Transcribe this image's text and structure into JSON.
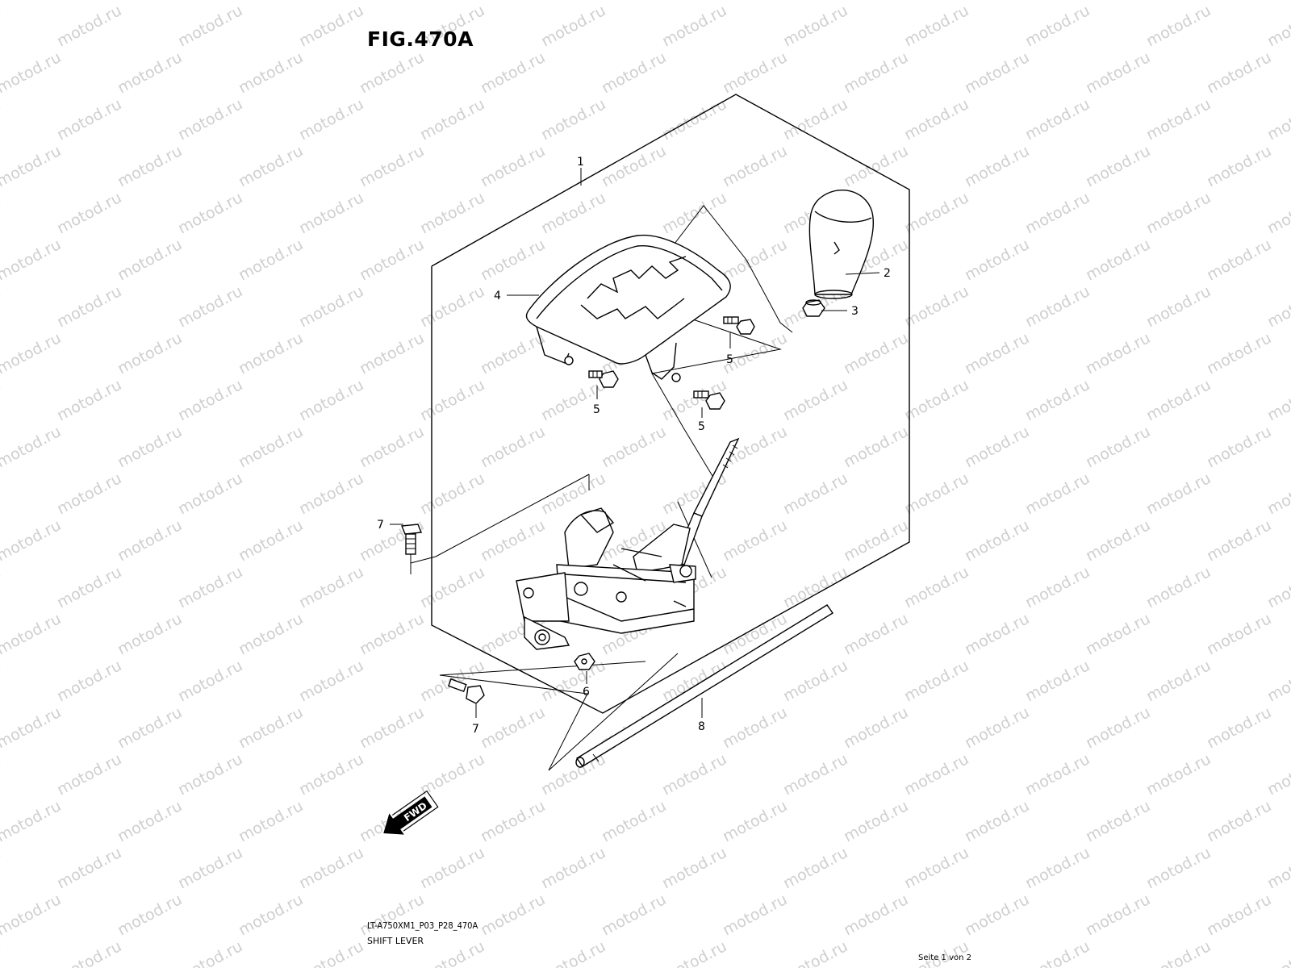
{
  "figure": {
    "title": "FIG.470A",
    "model_code": "LT-A750XM1_P03_P28_470A",
    "section_name": "SHIFT LEVER",
    "page_indicator": "Seite 1 von 2",
    "watermark_text": "motod.ru",
    "fwd_label": "FWD"
  },
  "callouts": [
    {
      "id": "1",
      "label": "1",
      "part": "shift lever assembly"
    },
    {
      "id": "2",
      "label": "2",
      "part": "shift knob"
    },
    {
      "id": "3",
      "label": "3",
      "part": "knob nut"
    },
    {
      "id": "4",
      "label": "4",
      "part": "shift gate cover"
    },
    {
      "id": "5a",
      "label": "5",
      "part": "screw"
    },
    {
      "id": "5b",
      "label": "5",
      "part": "screw"
    },
    {
      "id": "5c",
      "label": "5",
      "part": "screw"
    },
    {
      "id": "6",
      "label": "6",
      "part": "nut"
    },
    {
      "id": "7a",
      "label": "7",
      "part": "bolt"
    },
    {
      "id": "7b",
      "label": "7",
      "part": "bolt"
    },
    {
      "id": "8",
      "label": "8",
      "part": "shift rod"
    }
  ],
  "colors": {
    "line": "#000000",
    "watermark": "#cfcfcf",
    "background": "#ffffff"
  }
}
